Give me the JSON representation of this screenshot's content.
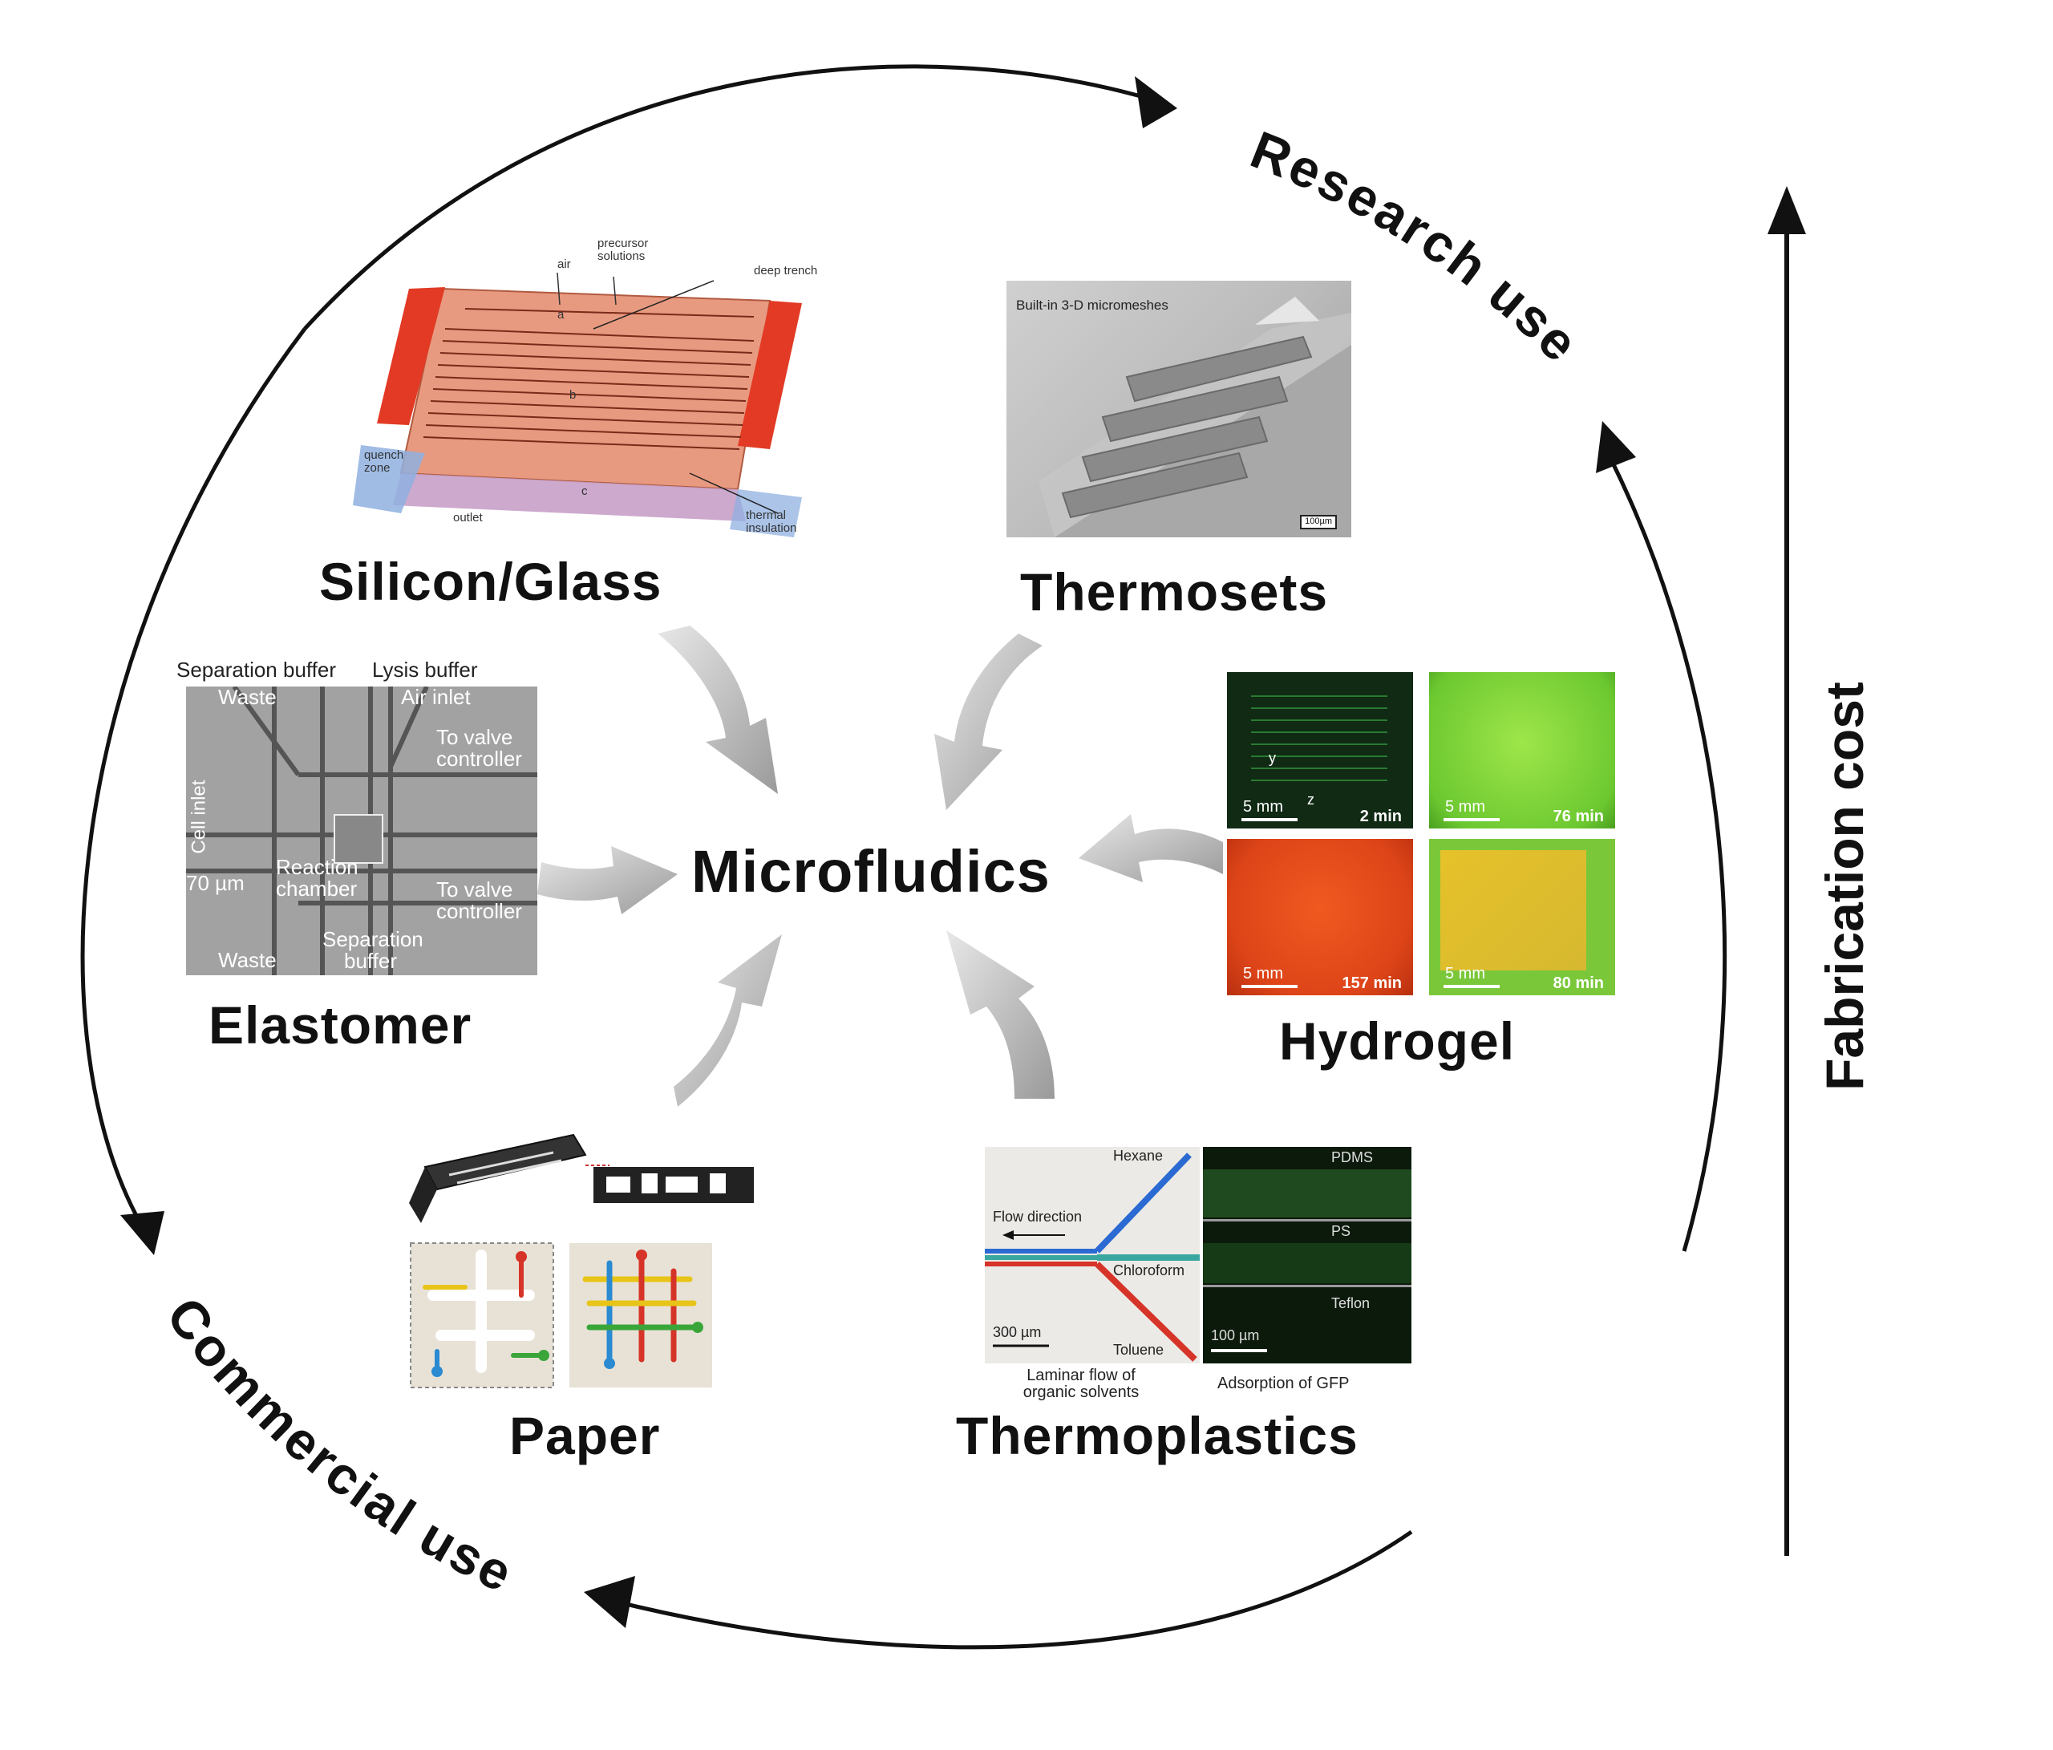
{
  "center": {
    "title": "Microfludics"
  },
  "cycle": {
    "top_label": "Research use",
    "bottom_label": "Commercial use"
  },
  "axis": {
    "label": "Fabrication cost"
  },
  "materials": {
    "silicon_glass": {
      "label": "Silicon/Glass",
      "annotations": {
        "air": "air",
        "precursor": "precursor solutions",
        "deep_trench": "deep trench",
        "quench": "quench zone",
        "outlet": "outlet",
        "thermal": "thermal insulation",
        "zone_a": "a",
        "zone_b": "b",
        "zone_c": "c"
      }
    },
    "thermosets": {
      "label": "Thermosets",
      "caption": "Built-in 3-D micromeshes",
      "scale": "100µm"
    },
    "elastomer": {
      "label": "Elastomer",
      "annotations": {
        "separation_buffer_top": "Separation buffer",
        "lysis_buffer": "Lysis buffer",
        "waste_top": "Waste",
        "air_inlet": "Air inlet",
        "to_valve_1": "To valve controller",
        "cell_inlet": "Cell inlet",
        "size": "70 µm",
        "reaction": "Reaction chamber",
        "to_valve_2": "To valve controller",
        "waste_bottom": "Waste",
        "separation_bottom": "Separation buffer"
      }
    },
    "hydrogel": {
      "label": "Hydrogel",
      "tiles": [
        {
          "scale": "5 mm",
          "time": "2 min",
          "color": "#0f2a12"
        },
        {
          "scale": "5 mm",
          "time": "76 min",
          "color": "#7ed23a"
        },
        {
          "scale": "5 mm",
          "time": "157 min",
          "color": "#e2461a"
        },
        {
          "scale": "5 mm",
          "time": "80 min",
          "color": "#c8c82a"
        }
      ],
      "axis_y": "y",
      "axis_z": "z"
    },
    "paper": {
      "label": "Paper"
    },
    "thermoplastics": {
      "label": "Thermoplastics",
      "left": {
        "hexane": "Hexane",
        "flow": "Flow direction",
        "chloroform": "Chloroform",
        "toluene": "Toluene",
        "scale": "300 µm",
        "caption": "Laminar flow of organic solvents"
      },
      "right": {
        "pdms": "PDMS",
        "ps": "PS",
        "teflon": "Teflon",
        "scale": "100 µm",
        "caption": "Adsorption of GFP"
      }
    }
  }
}
